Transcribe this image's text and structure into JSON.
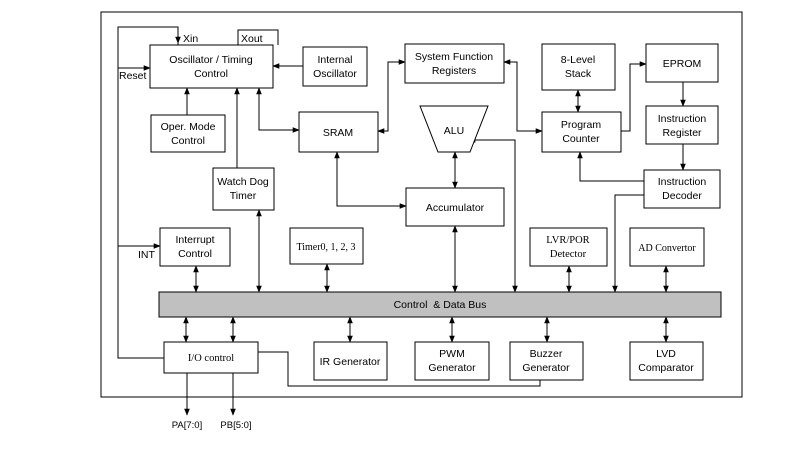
{
  "blocks": {
    "osc_timing": [
      "Oscillator / Timing",
      "Control"
    ],
    "internal_osc": [
      "Internal",
      "Oscillator"
    ],
    "sys_func_reg": [
      "System Function",
      "Registers"
    ],
    "stack": [
      "8-Level",
      "Stack"
    ],
    "eprom": [
      "EPROM"
    ],
    "oper_mode": [
      "Oper. Mode",
      "Control"
    ],
    "sram": [
      "SRAM"
    ],
    "alu": [
      "ALU"
    ],
    "program_counter": [
      "Program",
      "Counter"
    ],
    "instr_register": [
      "Instruction",
      "Register"
    ],
    "watchdog": [
      "Watch Dog",
      "Timer"
    ],
    "accumulator": [
      "Accumulator"
    ],
    "instr_decoder": [
      "Instruction",
      "Decoder"
    ],
    "interrupt": [
      "Interrupt",
      "Control"
    ],
    "timers": [
      "Timer0, 1, 2, 3"
    ],
    "lvr_por": [
      "LVR/POR",
      "Detector"
    ],
    "ad_convertor": [
      "AD Convertor"
    ],
    "bus": [
      "Control  & Data Bus"
    ],
    "io_control": [
      "I/O control"
    ],
    "ir_generator": [
      "IR Generator"
    ],
    "pwm_generator": [
      "PWM",
      "Generator"
    ],
    "buzzer_generator": [
      "Buzzer",
      "Generator"
    ],
    "lvd_comparator": [
      "LVD",
      "Comparator"
    ]
  },
  "signals": {
    "xin": "Xin",
    "xout": "Xout",
    "reset": "Reset",
    "int": "INT",
    "pa": "PA[7:0]",
    "pb": "PB[5:0]"
  },
  "colors": {
    "bus_fill": "#c0c0c0",
    "line": "#000000",
    "background": "#ffffff"
  }
}
